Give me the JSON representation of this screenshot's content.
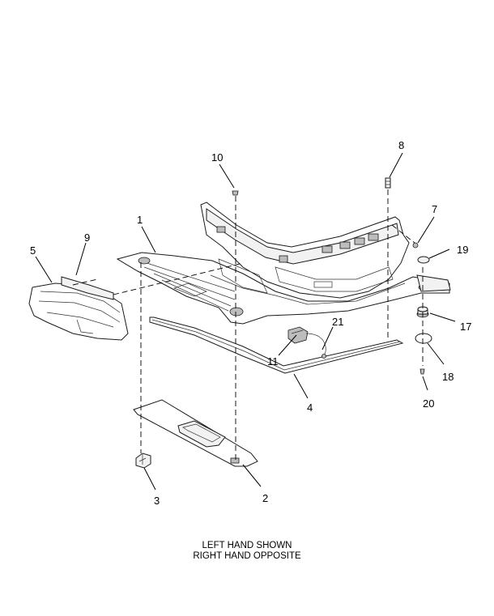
{
  "callouts": {
    "c1": "1",
    "c2": "2",
    "c3": "3",
    "c4": "4",
    "c5": "5",
    "c7": "7",
    "c8": "8",
    "c9": "9",
    "c10": "10",
    "c11": "11",
    "c17": "17",
    "c18": "18",
    "c19": "19",
    "c20": "20",
    "c21": "21"
  },
  "caption": {
    "line1": "LEFT HAND SHOWN",
    "line2": "RIGHT HAND OPPOSITE"
  }
}
